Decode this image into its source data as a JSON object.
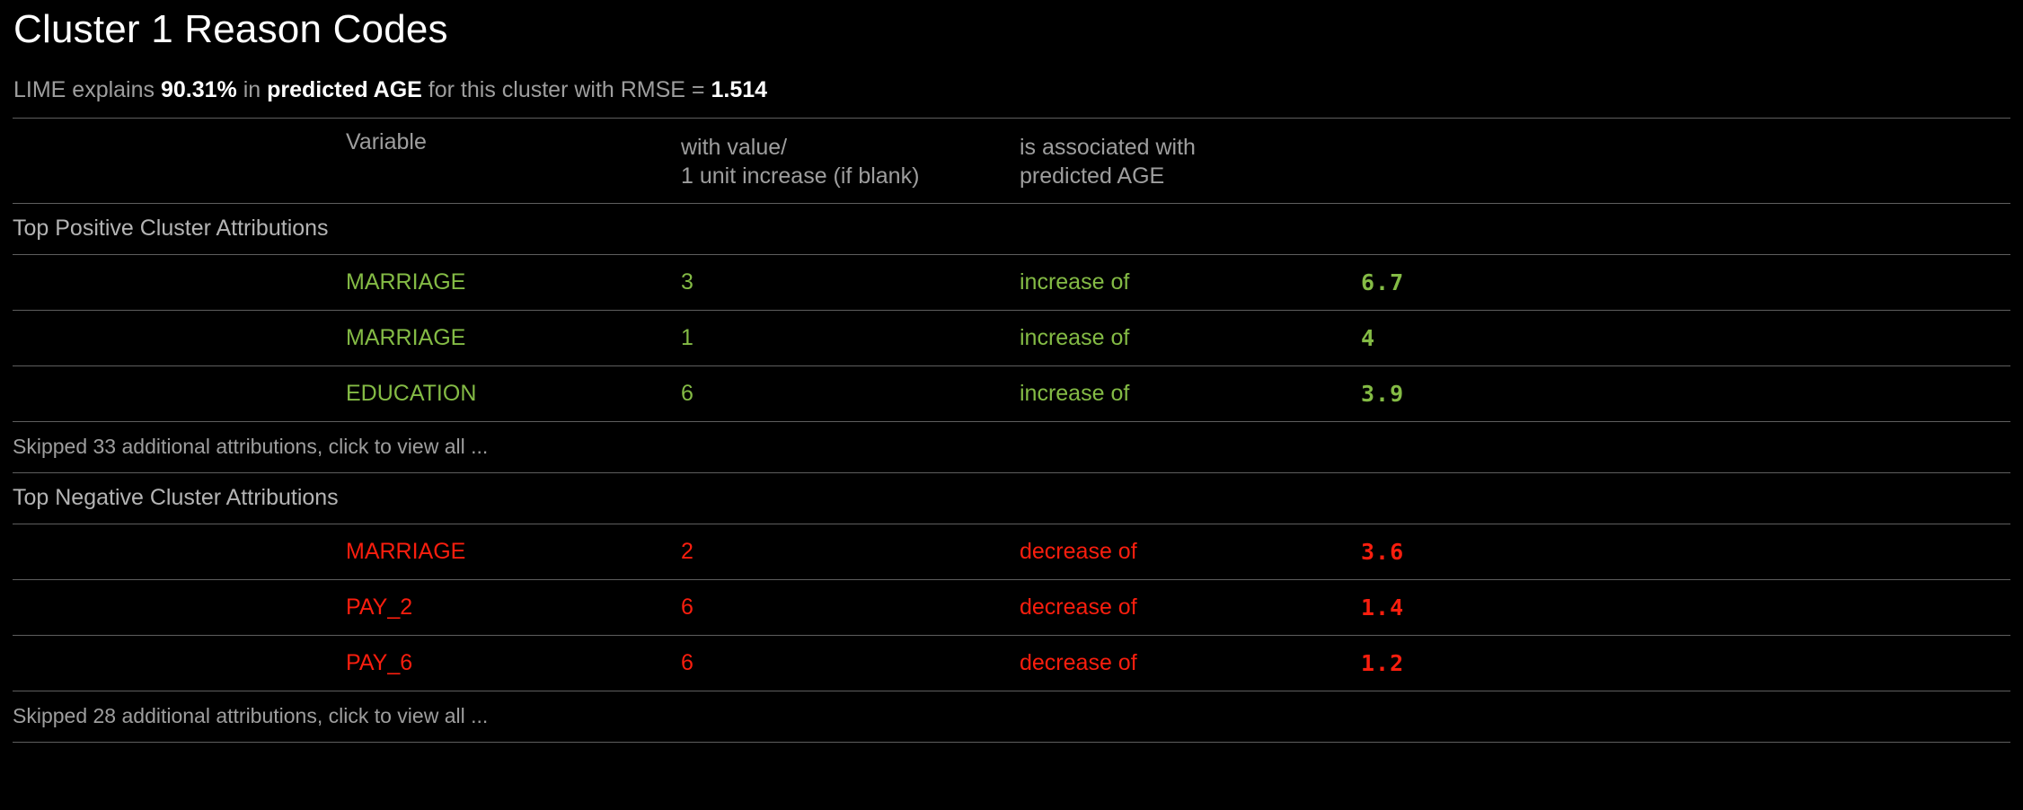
{
  "page": {
    "title": "Cluster 1 Reason Codes",
    "subtitle": {
      "part1": "LIME explains ",
      "pct": "90.31%",
      "part2": " in ",
      "target": "predicted AGE",
      "part3": " for this cluster with RMSE = ",
      "rmse": "1.514",
      "full": "LIME explains 90.31% in predicted AGE for this cluster with RMSE = 1.514"
    },
    "colors": {
      "background": "#000000",
      "positive": "#84bb45",
      "negative": "#fa1e0e",
      "header_text": "#9e9e9e",
      "title_text": "#ffffff",
      "rule": "#5e5e5e"
    }
  },
  "table": {
    "headers": {
      "variable": "Variable",
      "value_line1": "with value/",
      "value_line2": "1 unit increase (if blank)",
      "effect_line1": "is associated with",
      "effect_line2": "predicted AGE",
      "amount": ""
    },
    "sections": [
      {
        "title": "Top Positive Cluster Attributions",
        "sign": "positive",
        "rows": [
          {
            "variable": "MARRIAGE",
            "value": "3",
            "effect": "increase of",
            "amount": "6.7"
          },
          {
            "variable": "MARRIAGE",
            "value": "1",
            "effect": "increase of",
            "amount": "4"
          },
          {
            "variable": "EDUCATION",
            "value": "6",
            "effect": "increase of",
            "amount": "3.9"
          }
        ],
        "note": "Skipped 33 additional attributions, click to view all ..."
      },
      {
        "title": "Top Negative Cluster Attributions",
        "sign": "negative",
        "rows": [
          {
            "variable": "MARRIAGE",
            "value": "2",
            "effect": "decrease of",
            "amount": "3.6"
          },
          {
            "variable": "PAY_2",
            "value": "6",
            "effect": "decrease of",
            "amount": "1.4"
          },
          {
            "variable": "PAY_6",
            "value": "6",
            "effect": "decrease of",
            "amount": "1.2"
          }
        ],
        "note": "Skipped 28 additional attributions, click to view all ..."
      }
    ]
  }
}
